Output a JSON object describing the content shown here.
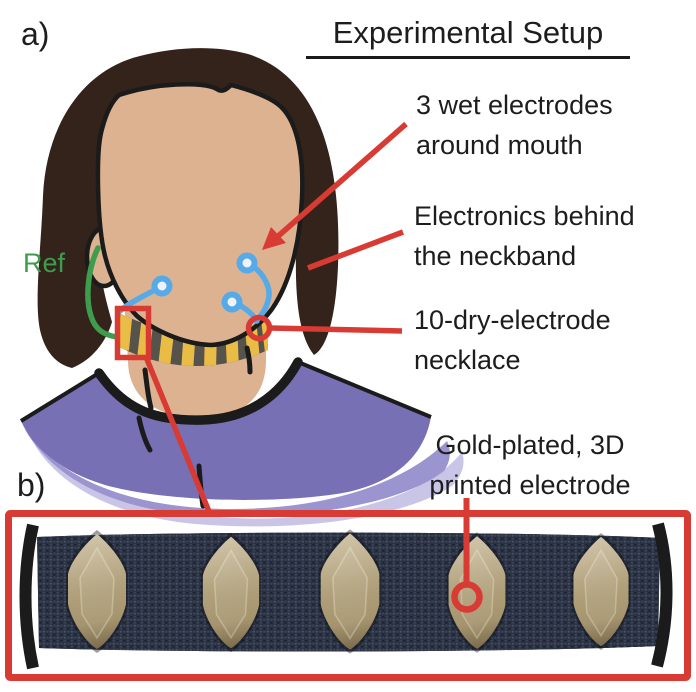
{
  "figure": {
    "panel_a_label": "a)",
    "panel_b_label": "b)",
    "title": "Experimental Setup",
    "ref_label": "Ref",
    "callouts": {
      "wet_electrodes": "3 wet electrodes\naround mouth",
      "electronics": "Electronics behind\nthe neckband",
      "necklace": "10-dry-electrode\nnecklace",
      "gold_electrode": "Gold-plated, 3D\nprinted electrode"
    }
  },
  "colors": {
    "text_ink": "#1d1d1d",
    "annotation_red": "#d83a34",
    "wire_blue": "#56aae7",
    "ref_green": "#3e9c4d",
    "skin": "#ddb291",
    "hair": "#33231a",
    "shirt_purple": "#7770b5",
    "shirt_purple_mid": "#9b95cf",
    "shirt_purple_light": "#c9c5e7",
    "neckband_yellow": "#e9bd45",
    "neckband_gray": "#56524c",
    "fabric_navy": "#2a3140",
    "electrode_tan": "#a5946d"
  }
}
